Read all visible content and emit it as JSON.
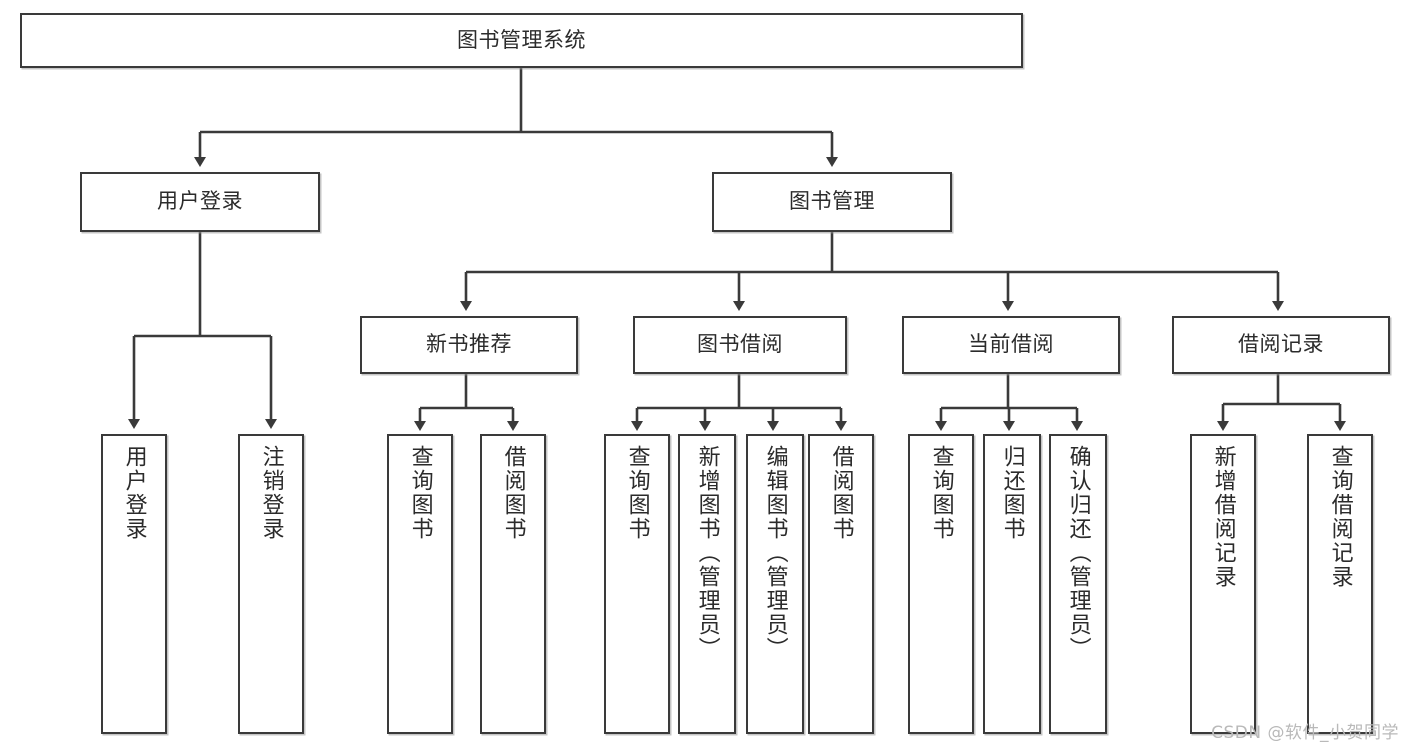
{
  "diagram": {
    "type": "tree",
    "title": "图书管理系统",
    "root": {
      "label": "图书管理系统"
    },
    "level2": [
      {
        "label": "用户登录"
      },
      {
        "label": "图书管理"
      }
    ],
    "level3": [
      {
        "label": "新书推荐"
      },
      {
        "label": "图书借阅"
      },
      {
        "label": "当前借阅"
      },
      {
        "label": "借阅记录"
      }
    ],
    "leaves": {
      "user_login": [
        {
          "label": "用户登录"
        },
        {
          "label": "注销登录"
        }
      ],
      "new_book_recommend": [
        {
          "label": "查询图书"
        },
        {
          "label": "借阅图书"
        }
      ],
      "book_borrow": [
        {
          "label": "查询图书"
        },
        {
          "label": "新增图书（管理员）"
        },
        {
          "label": "编辑图书（管理员）"
        },
        {
          "label": "借阅图书"
        }
      ],
      "current_borrow": [
        {
          "label": "查询图书"
        },
        {
          "label": "归还图书"
        },
        {
          "label": "确认归还（管理员）"
        }
      ],
      "borrow_records": [
        {
          "label": "新增借阅记录"
        },
        {
          "label": "查询借阅记录"
        }
      ]
    }
  },
  "watermark": {
    "text": "CSDN @软件_小贺同学"
  },
  "colors": {
    "stroke": "#3a3a3a",
    "fill": "#ffffff",
    "text": "#2b2b2b",
    "watermark": "#b9b9b9",
    "background": "#ffffff"
  }
}
